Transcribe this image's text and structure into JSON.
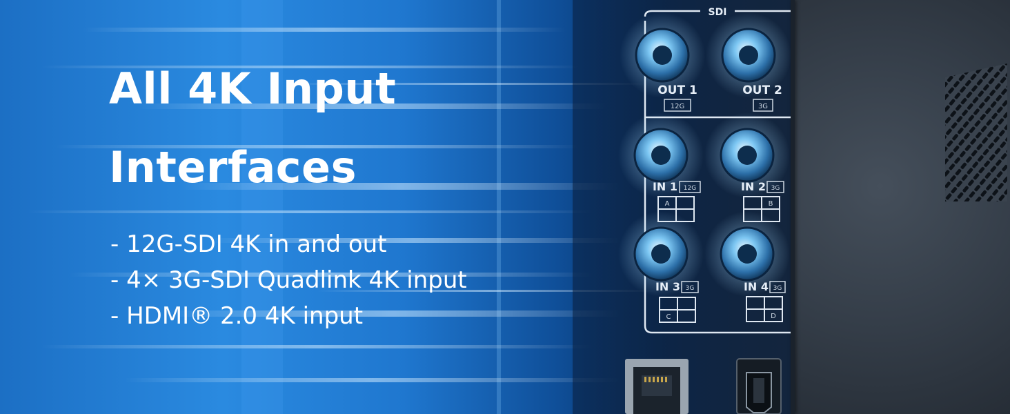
{
  "headline": {
    "line1": "All 4K Input",
    "line2": "Interfaces"
  },
  "features": [
    "- 12G-SDI 4K in and out",
    "- 4× 3G-SDI Quadlink 4K input",
    "- HDMI® 2.0 4K input"
  ],
  "panel": {
    "section_label": "SDI",
    "connectors": [
      {
        "label": "OUT 1",
        "badge": "12G"
      },
      {
        "label": "OUT 2",
        "badge": "3G"
      },
      {
        "label": "IN 1",
        "badge": "12G",
        "quad": "A"
      },
      {
        "label": "IN 2",
        "badge": "3G",
        "quad": "B"
      },
      {
        "label": "IN 3",
        "badge": "3G",
        "quad": "C"
      },
      {
        "label": "IN 4",
        "badge": "3G",
        "quad": "D"
      }
    ]
  },
  "colors": {
    "accent_blue": "#2a8ae0",
    "panel_dark": "#0b2f5e",
    "text": "#ffffff"
  }
}
